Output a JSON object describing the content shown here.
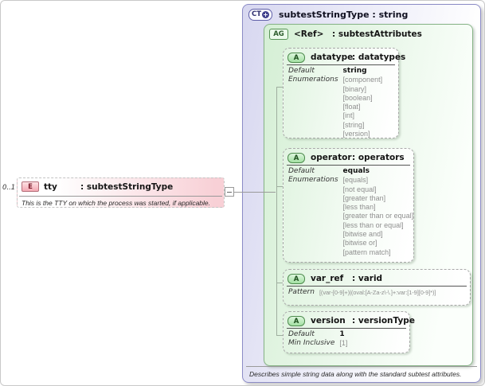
{
  "element": {
    "cardinality": "0..1",
    "badge": "E",
    "name": "tty",
    "type": ": subtestStringType",
    "annotation": "This is the TTY on which the process was started, if applicable."
  },
  "ct": {
    "badge": "CT",
    "plus": "+",
    "title": "subtestStringType : string",
    "annotation": "Describes simple string data along with the standard subtest attributes."
  },
  "ag": {
    "badge": "AG",
    "name": "<Ref>",
    "type": ": subtestAttributes"
  },
  "attributes": {
    "datatype": {
      "badge": "A",
      "name": "datatype",
      "type": ": datatypes",
      "default_label": "Default",
      "default_value": "string",
      "enum_label": "Enumerations",
      "enums": [
        "[component]",
        "[binary]",
        "[boolean]",
        "[float]",
        "[int]",
        "[string]",
        "[version]"
      ]
    },
    "operator": {
      "badge": "A",
      "name": "operator",
      "type": ": operators",
      "default_label": "Default",
      "default_value": "equals",
      "enum_label": "Enumerations",
      "enums": [
        "[equals]",
        "[not equal]",
        "[greater than]",
        "[less than]",
        "[greater than or equal]",
        "[less than or equal]",
        "[bitwise and]",
        "[bitwise or]",
        "[pattern match]"
      ]
    },
    "var_ref": {
      "badge": "A",
      "name": "var_ref",
      "type": ": varid",
      "pattern_label": "Pattern",
      "pattern_value": "[(var-[0-9]+)|(oval:[A-Za-z\\-\\.]+:var:[1-9][0-9]*)]"
    },
    "version": {
      "badge": "A",
      "name": "version",
      "type": ": versionType",
      "default_label": "Default",
      "default_value": "1",
      "min_label": "Min Inclusive",
      "min_value": "[1]"
    }
  },
  "colors": {
    "complextype_accent": "#8b8bc6",
    "attributegroup_accent": "#86b386",
    "attribute_accent": "#4e8c4e",
    "element_accent": "#f3a8b2"
  }
}
